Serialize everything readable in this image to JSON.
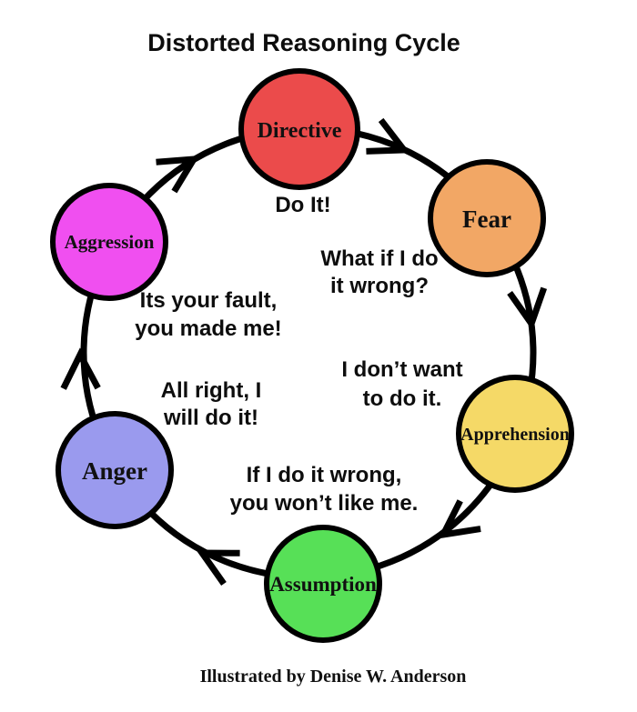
{
  "title": "Distorted Reasoning Cycle",
  "credit": "Illustrated by Denise W. Anderson",
  "outline_color": "#000000",
  "nodes": [
    {
      "id": "directive",
      "label": "Directive",
      "color": "#EB4B4B"
    },
    {
      "id": "fear",
      "label": "Fear",
      "color": "#F2A765"
    },
    {
      "id": "apprehension",
      "label": "Apprehension",
      "color": "#F5D967"
    },
    {
      "id": "assumption",
      "label": "Assumption",
      "color": "#57E057"
    },
    {
      "id": "anger",
      "label": "Anger",
      "color": "#9A9AEE"
    },
    {
      "id": "aggression",
      "label": "Aggression",
      "color": "#F04FF0"
    }
  ],
  "phrases": [
    {
      "id": "do-it",
      "after": "directive",
      "lines": [
        "Do It!",
        ""
      ]
    },
    {
      "id": "what-if",
      "after": "fear",
      "lines": [
        "What if I do",
        "it wrong?"
      ]
    },
    {
      "id": "dont-want",
      "after": "apprehension",
      "lines": [
        "I don’t want",
        "to do it."
      ]
    },
    {
      "id": "wont-like-me",
      "after": "assumption",
      "lines": [
        "If I do it wrong,",
        "you won’t like me."
      ]
    },
    {
      "id": "all-right",
      "after": "anger",
      "lines": [
        "All right, I",
        "will do it!"
      ]
    },
    {
      "id": "your-fault",
      "after": "aggression",
      "lines": [
        "Its your fault,",
        "you made me!"
      ]
    }
  ]
}
